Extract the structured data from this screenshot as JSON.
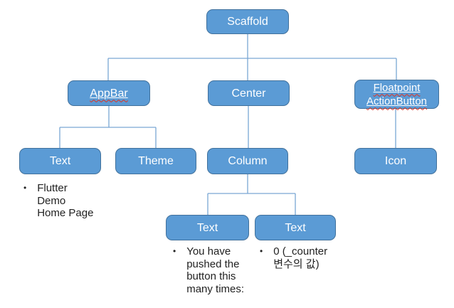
{
  "colors": {
    "node_fill": "#5b9bd5",
    "node_border": "#41719c",
    "node_text": "#ffffff",
    "connector": "#7aa7d4",
    "spellcheck_squiggle": "#e0301e",
    "annotation_text": "#222222",
    "background": "#ffffff"
  },
  "tree": {
    "scaffold": {
      "label": "Scaffold"
    },
    "appbar": {
      "label": "AppBar"
    },
    "center": {
      "label": "Center"
    },
    "floating_action_button": {
      "label": "Floatpoint\nActionButton"
    },
    "appbar_text": {
      "label": "Text"
    },
    "theme": {
      "label": "Theme"
    },
    "column": {
      "label": "Column"
    },
    "icon": {
      "label": "Icon"
    },
    "column_text_1": {
      "label": "Text"
    },
    "column_text_2": {
      "label": "Text"
    }
  },
  "annotations": {
    "flutter_demo": {
      "bullet": "•",
      "text": "Flutter\nDemo\nHome Page"
    },
    "pushed_times": {
      "bullet": "•",
      "text": "You have\npushed the\nbutton this\nmany times:"
    },
    "counter_value": {
      "bullet": "•",
      "text": "0 (_counter\n변수의 값)"
    }
  }
}
